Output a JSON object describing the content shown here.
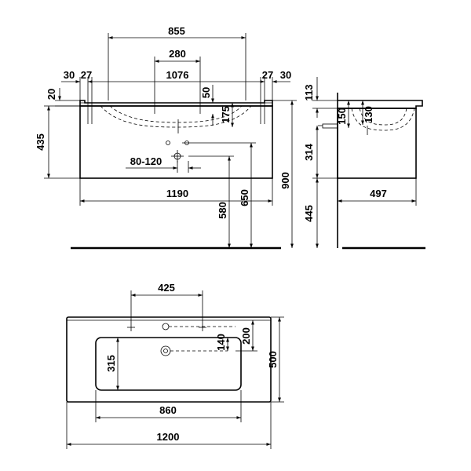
{
  "dimensions": {
    "front": {
      "d855": "855",
      "d280": "280",
      "d1076": "1076",
      "d30_left": "30",
      "d27_left": "27",
      "d27_right": "27",
      "d30_right": "30",
      "d20": "20",
      "d50": "50",
      "d175": "175",
      "d435": "435",
      "d80_120": "80-120",
      "d1190": "1190",
      "d580": "580",
      "d650": "650",
      "d900": "900"
    },
    "side": {
      "d113": "113",
      "d150": "150",
      "d130": "130",
      "d314": "314",
      "d445": "445",
      "d497": "497"
    },
    "top": {
      "d425": "425",
      "d200": "200",
      "d140": "140",
      "d315": "315",
      "d500": "500",
      "d860": "860",
      "d1200": "1200"
    }
  }
}
